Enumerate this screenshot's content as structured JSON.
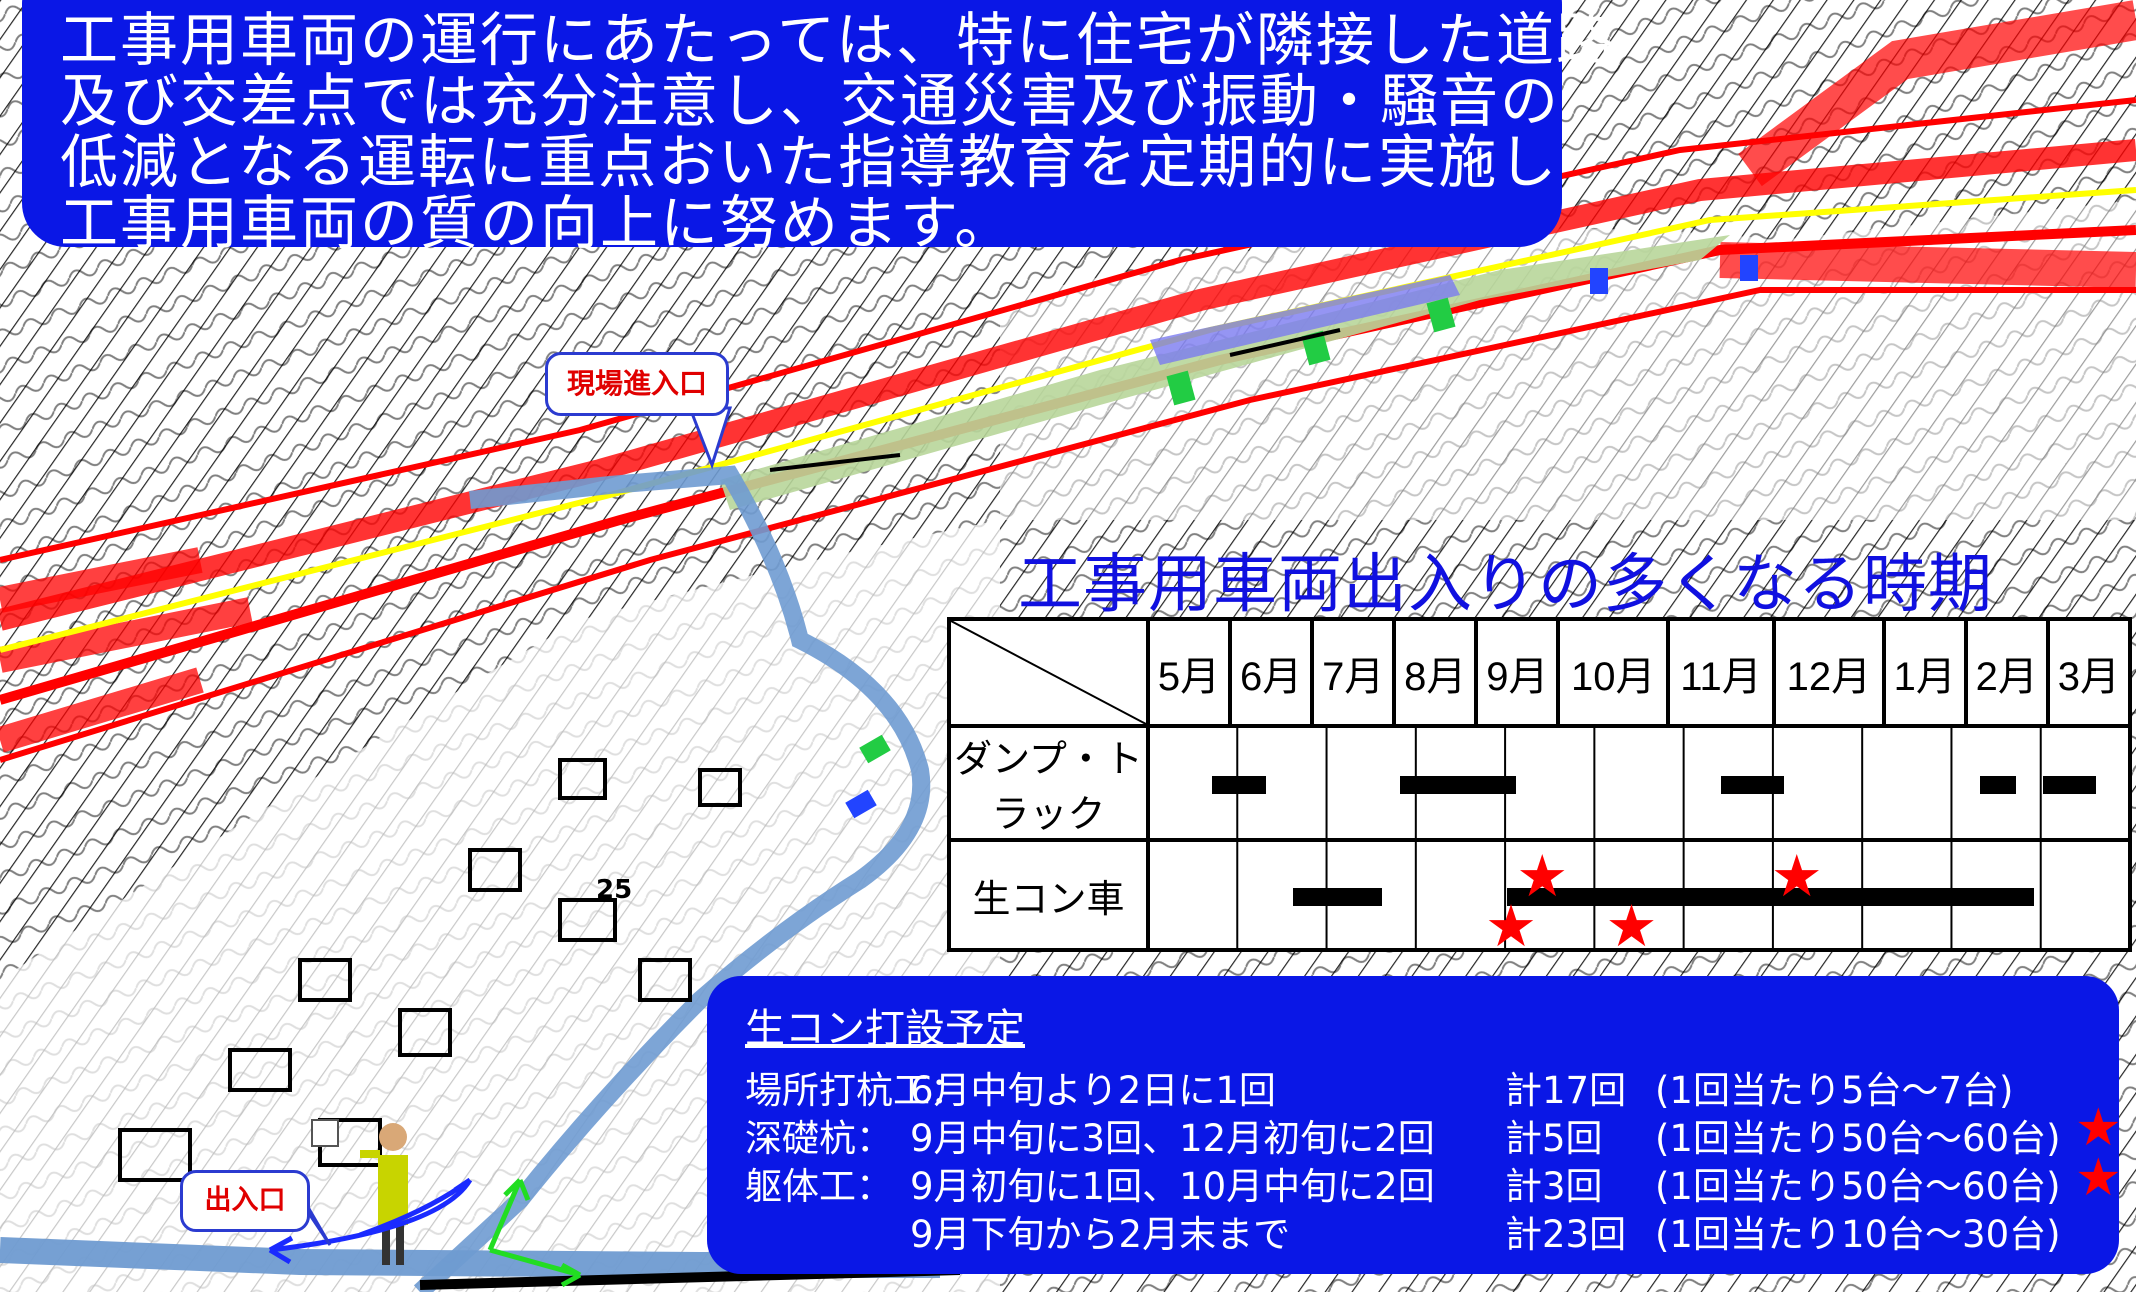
{
  "notice_lines": [
    "工事用車両の運行にあたっては、特に住宅が隣接した道路",
    "及び交差点では充分注意し、交通災害及び振動・騒音の",
    "低減となる運転に重点おいた指導教育を定期的に実施し",
    "工事用車両の質の向上に努めます。"
  ],
  "callouts": {
    "site_entrance": "現場進入口",
    "gate": "出入口"
  },
  "map_label": "25",
  "schedule": {
    "title": "工事用車両出入りの多くなる時期",
    "months": [
      "5月",
      "6月",
      "7月",
      "8月",
      "9月",
      "10月",
      "11月",
      "12月",
      "1月",
      "2月",
      "3月"
    ],
    "rows": [
      {
        "label": "ダンプ・トラック",
        "periods": [
          [
            0.7,
            1.3
          ],
          [
            2.8,
            4.1
          ],
          [
            6.4,
            7.1
          ],
          [
            9.3,
            9.7
          ],
          [
            10.0,
            10.6
          ]
        ]
      },
      {
        "label": "生コン車",
        "periods": [
          [
            1.6,
            2.6
          ],
          [
            4.0,
            9.9
          ]
        ]
      }
    ],
    "stars": [
      {
        "month_pos": 4.45,
        "level": "top"
      },
      {
        "month_pos": 7.3,
        "level": "top"
      },
      {
        "month_pos": 4.1,
        "level": "bottom"
      },
      {
        "month_pos": 5.45,
        "level": "bottom"
      }
    ]
  },
  "concrete_plan": {
    "title": "生コン打設予定",
    "items": [
      {
        "name": "場所打杭工：",
        "schedule": "6月中旬より2日に1回",
        "total": "計17回",
        "per": "(1回当たり5台～7台)",
        "star": false
      },
      {
        "name": "深礎杭：",
        "schedule": "9月中旬に3回、12月初旬に2回",
        "total": "計5回",
        "per": "(1回当たり50台～60台)",
        "star": true
      },
      {
        "name": "躯体工：",
        "schedule": "9月初旬に1回、10月中旬に2回",
        "total": "計3回",
        "per": "(1回当たり50台～60台)",
        "star": true
      },
      {
        "name": "",
        "schedule": "9月下旬から2月末まで",
        "total": "計23回",
        "per": "(1回当たり10台～30台)",
        "star": false
      }
    ]
  },
  "colors": {
    "box_blue": "#0a17e6",
    "road_red": "#ff0000",
    "route_blue": "#6f9bd1",
    "star_red": "#ff0000"
  },
  "icons": [
    "star-icon",
    "flagman-icon",
    "arrow-icon"
  ]
}
